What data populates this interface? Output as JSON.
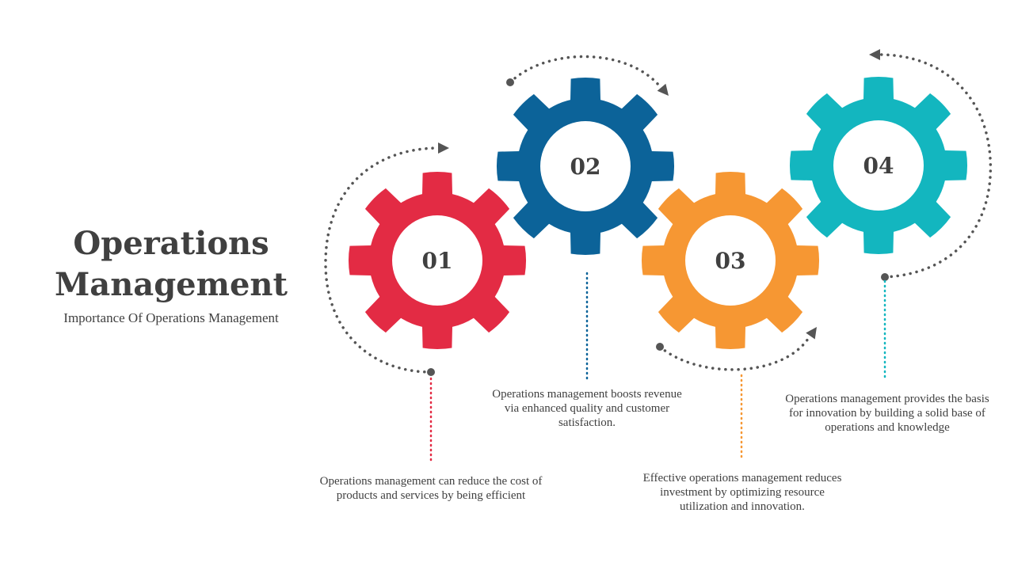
{
  "title_line1": "Operations",
  "title_line2": "Management",
  "subtitle": "Importance Of Operations Management",
  "colors": {
    "red": "#e32b44",
    "blue": "#0c6399",
    "orange": "#f69733",
    "teal": "#13b6bf",
    "dots": "#555555"
  },
  "steps": [
    {
      "number": "01",
      "color": "#e32b44",
      "text": "Operations management can reduce the cost of products and services by being efficient"
    },
    {
      "number": "02",
      "color": "#0c6399",
      "text": "Operations management boosts revenue via enhanced quality and customer satisfaction."
    },
    {
      "number": "03",
      "color": "#f69733",
      "text": "Effective operations management reduces investment by optimizing resource utilization and innovation."
    },
    {
      "number": "04",
      "color": "#13b6bf",
      "text": "Operations management provides the basis for innovation by building a solid base of operations and knowledge"
    }
  ]
}
